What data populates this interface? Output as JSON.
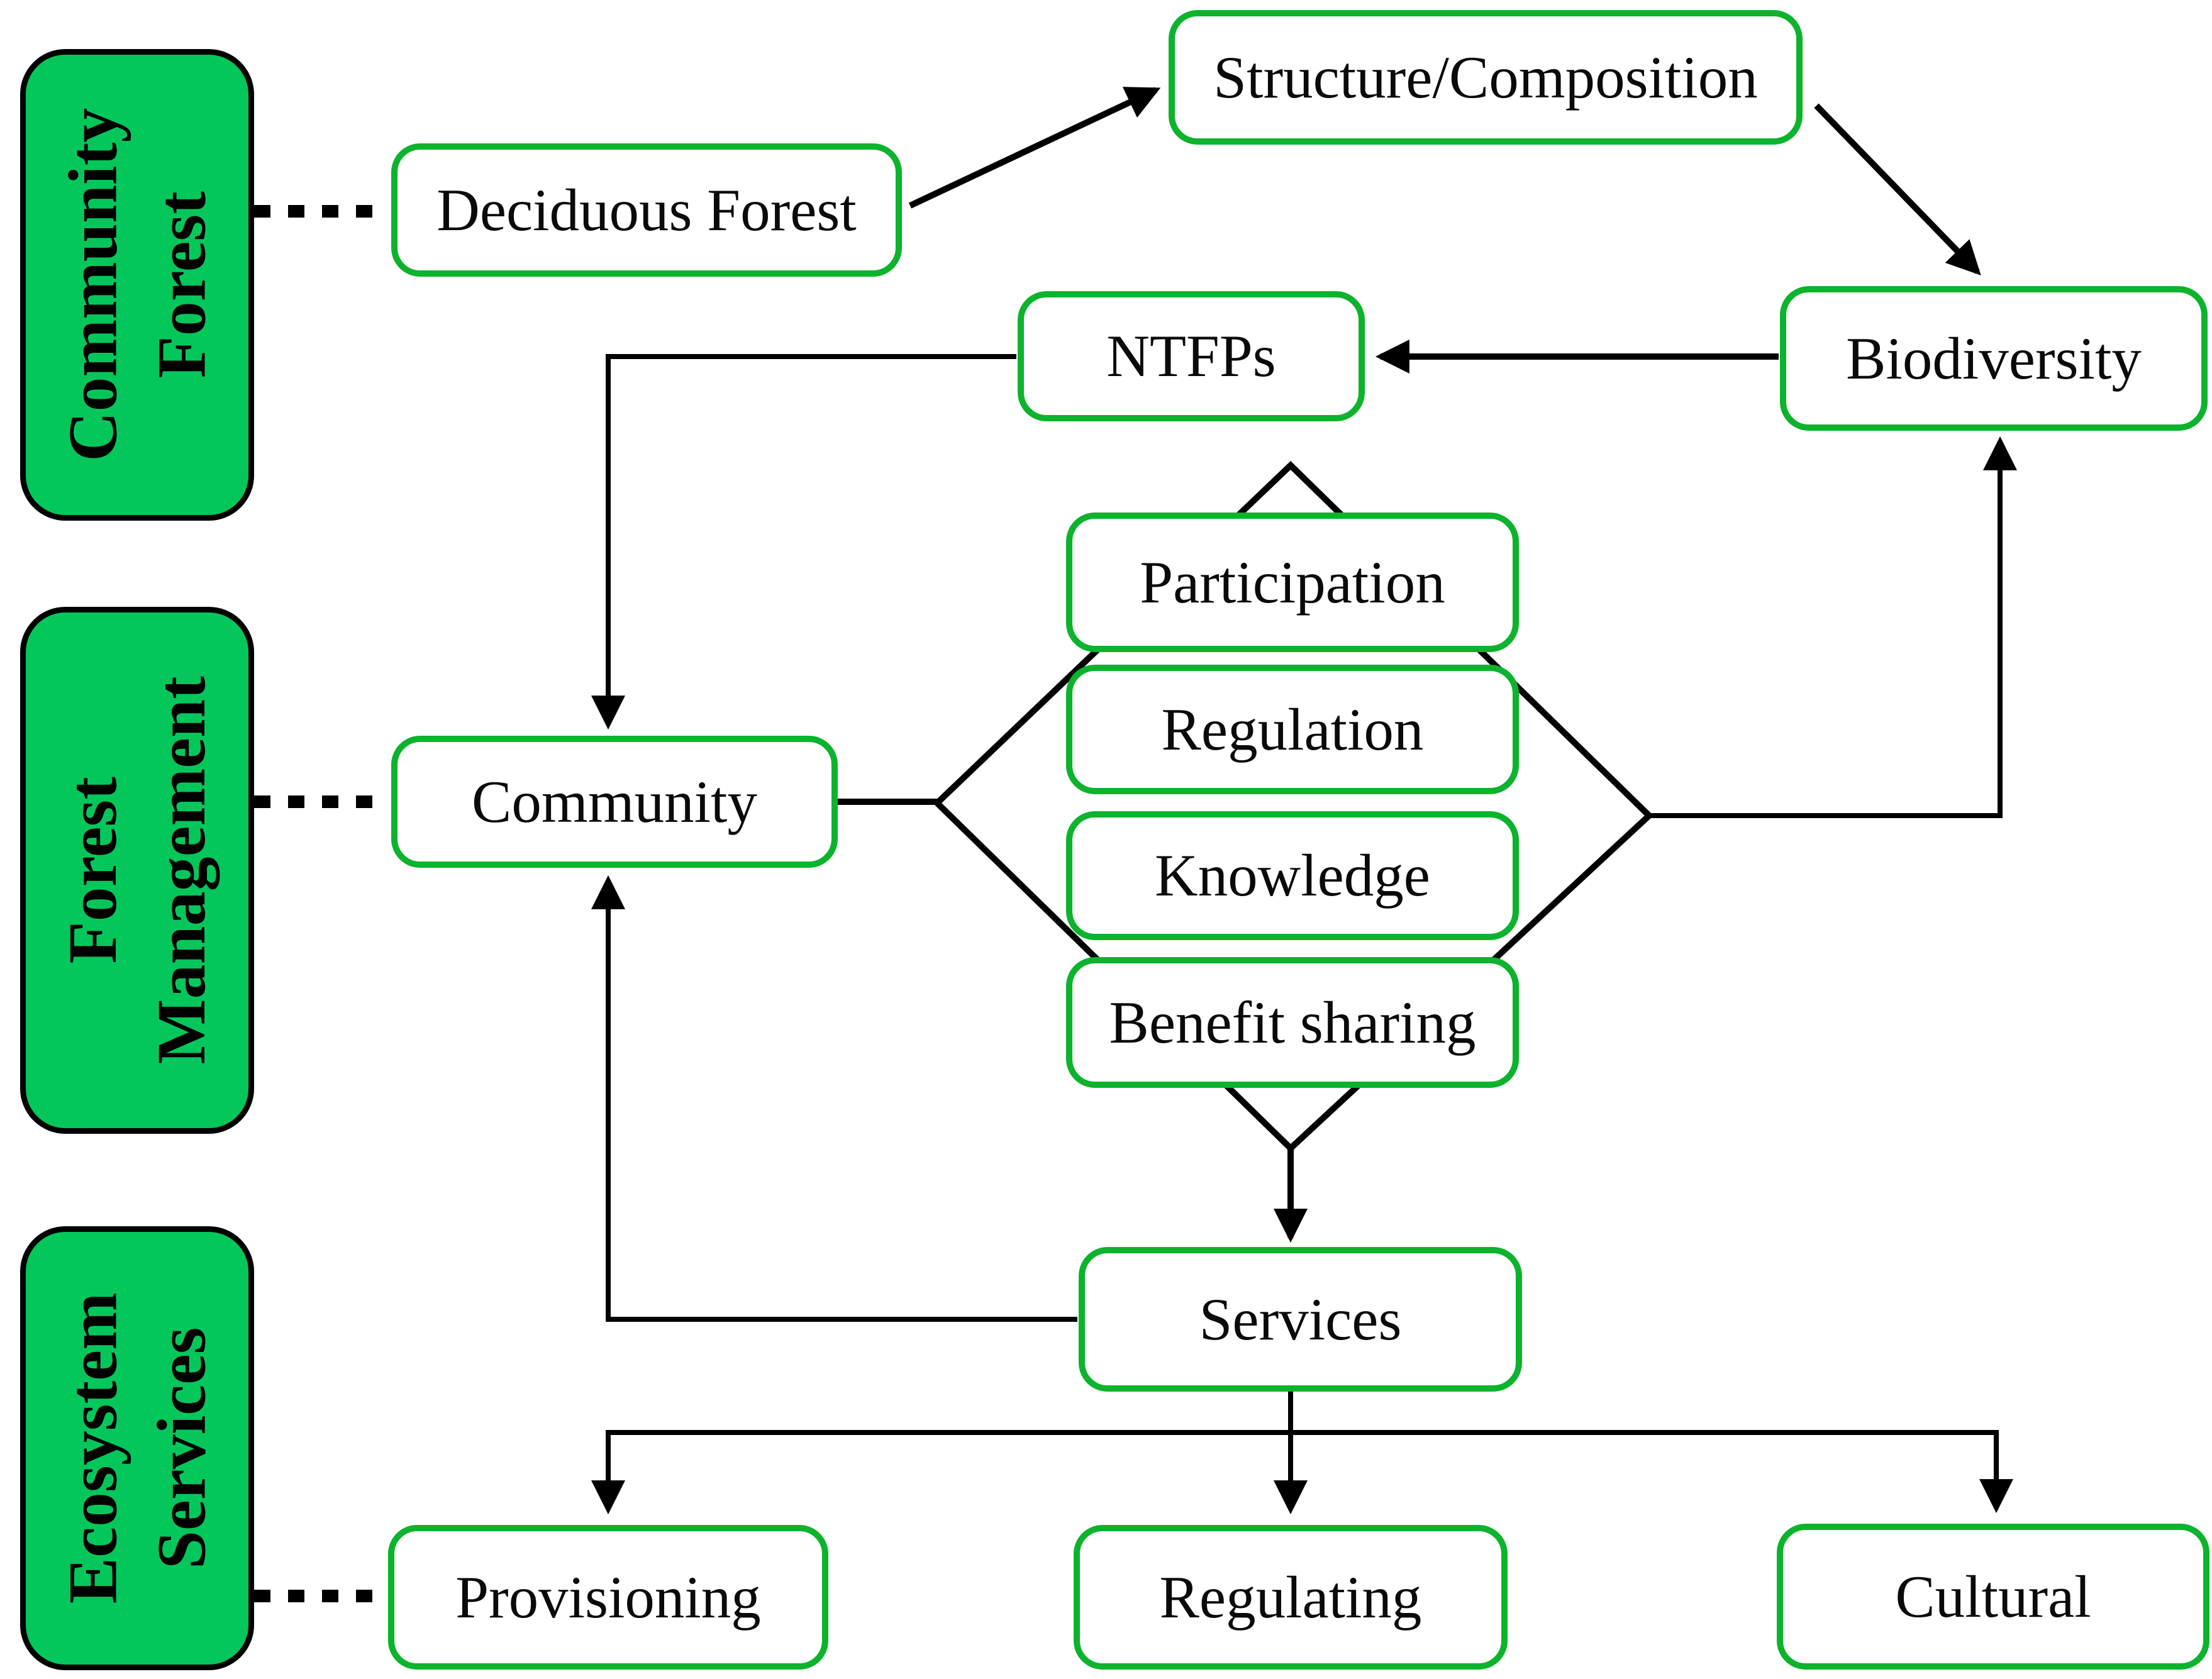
{
  "figure": {
    "type": "flow-diagram",
    "background": "#ffffff"
  },
  "sidebar": {
    "community_forest": {
      "line1": "Community",
      "line2": "Forest"
    },
    "forest_management": {
      "line1": "Forest",
      "line2": "Management"
    },
    "ecosystem_services": {
      "line1": "Ecosystem",
      "line2": "Services"
    }
  },
  "nodes": {
    "deciduous_forest": "Deciduous Forest",
    "structure_composition": "Structure/Composition",
    "biodiversity": "Biodiversity",
    "ntfps": "NTFPs",
    "participation": "Participation",
    "regulation": "Regulation",
    "knowledge": "Knowledge",
    "benefit_sharing": "Benefit sharing",
    "community": "Community",
    "services": "Services",
    "provisioning": "Provisioning",
    "regulating": "Regulating",
    "cultural": "Cultural"
  },
  "edges": [
    {
      "from": "community_forest_sidebar",
      "to": "deciduous_forest",
      "style": "dotted",
      "arrow": false
    },
    {
      "from": "forest_management_sidebar",
      "to": "community",
      "style": "dotted",
      "arrow": false
    },
    {
      "from": "ecosystem_services_sidebar",
      "to": "provisioning",
      "style": "dotted",
      "arrow": false
    },
    {
      "from": "deciduous_forest",
      "to": "structure_composition",
      "style": "solid",
      "arrow": true
    },
    {
      "from": "structure_composition",
      "to": "biodiversity",
      "style": "solid",
      "arrow": true
    },
    {
      "from": "biodiversity",
      "to": "ntfps",
      "style": "solid",
      "arrow": true
    },
    {
      "from": "ntfps",
      "to": "community",
      "style": "solid",
      "arrow": true
    },
    {
      "from": "community",
      "to": "management-diamond",
      "style": "solid",
      "arrow": false
    },
    {
      "from": "management-diamond",
      "to": "biodiversity",
      "style": "solid",
      "arrow": true
    },
    {
      "from": "management-diamond",
      "to": "services",
      "style": "solid",
      "arrow": true
    },
    {
      "from": "services",
      "to": "community",
      "style": "solid",
      "arrow": true
    },
    {
      "from": "services",
      "to": "provisioning",
      "style": "solid",
      "arrow": true
    },
    {
      "from": "services",
      "to": "regulating",
      "style": "solid",
      "arrow": true
    },
    {
      "from": "services",
      "to": "cultural",
      "style": "solid",
      "arrow": true
    }
  ],
  "colors": {
    "sidebar_fill": "#04C75C",
    "sidebar_border": "#000000",
    "node_border": "#0CB32C",
    "node_fill": "#FFFFFF",
    "connector": "#000000",
    "text": "#0A0A0A"
  }
}
